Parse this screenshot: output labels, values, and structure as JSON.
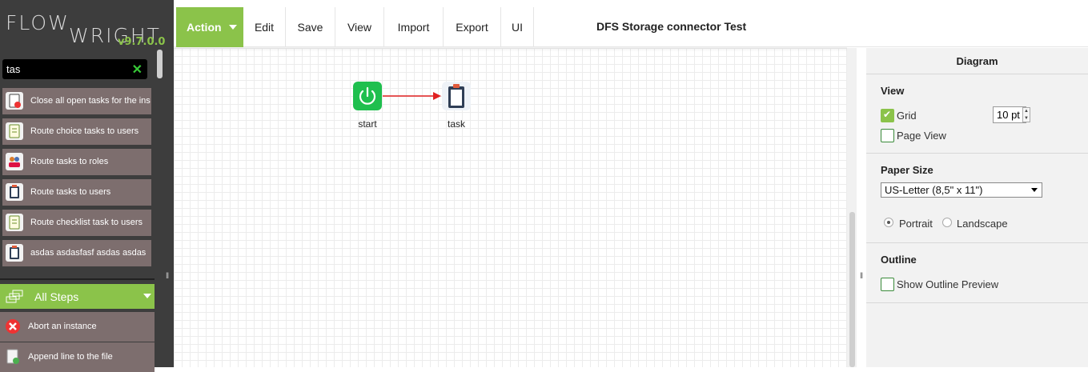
{
  "logo": {
    "flow": "FLOW",
    "wright": "WRIGHT",
    "version": "v9.7.0.0"
  },
  "search": {
    "value": "tas",
    "clear_glyph": "✕"
  },
  "search_results": [
    {
      "label": "Close all open tasks for the ins",
      "icon": "close-tasks-icon"
    },
    {
      "label": "Route choice tasks to users",
      "icon": "checklist-icon"
    },
    {
      "label": "Route tasks to roles",
      "icon": "users-roles-icon"
    },
    {
      "label": "Route tasks to users",
      "icon": "clipboard-icon"
    },
    {
      "label": "Route checklist task to users",
      "icon": "checklist-icon"
    },
    {
      "label": "asdas asdasfasf asdas asdas",
      "icon": "clipboard-icon"
    }
  ],
  "steps_panel": {
    "title": "All Steps",
    "items": [
      {
        "label": "Abort an instance",
        "icon": "abort-icon"
      },
      {
        "label": "Append line to the file",
        "icon": "file-append-icon"
      }
    ]
  },
  "toolbar": {
    "action": "Action",
    "buttons": [
      "Edit",
      "Save",
      "View",
      "Import",
      "Export",
      "UI"
    ],
    "title": "DFS Storage connector Test"
  },
  "diagram": {
    "nodes": [
      {
        "label": "start",
        "icon": "power-icon"
      },
      {
        "label": "task",
        "icon": "clipboard-icon"
      }
    ]
  },
  "panel": {
    "title": "Diagram",
    "view": {
      "heading": "View",
      "grid_label": "Grid",
      "grid_checked": true,
      "grid_size": "10 pt",
      "page_view_label": "Page View",
      "page_view_checked": false
    },
    "paper": {
      "heading": "Paper Size",
      "selected": "US-Letter (8,5\" x 11\")",
      "portrait": "Portrait",
      "landscape": "Landscape",
      "orientation": "Portrait"
    },
    "outline": {
      "heading": "Outline",
      "show_label": "Show Outline Preview",
      "checked": false
    }
  },
  "colors": {
    "accent": "#8bc34a",
    "sidebar_bg": "#3d3d3d",
    "item_bg": "#7d6e6e",
    "edge": "#e02020"
  }
}
